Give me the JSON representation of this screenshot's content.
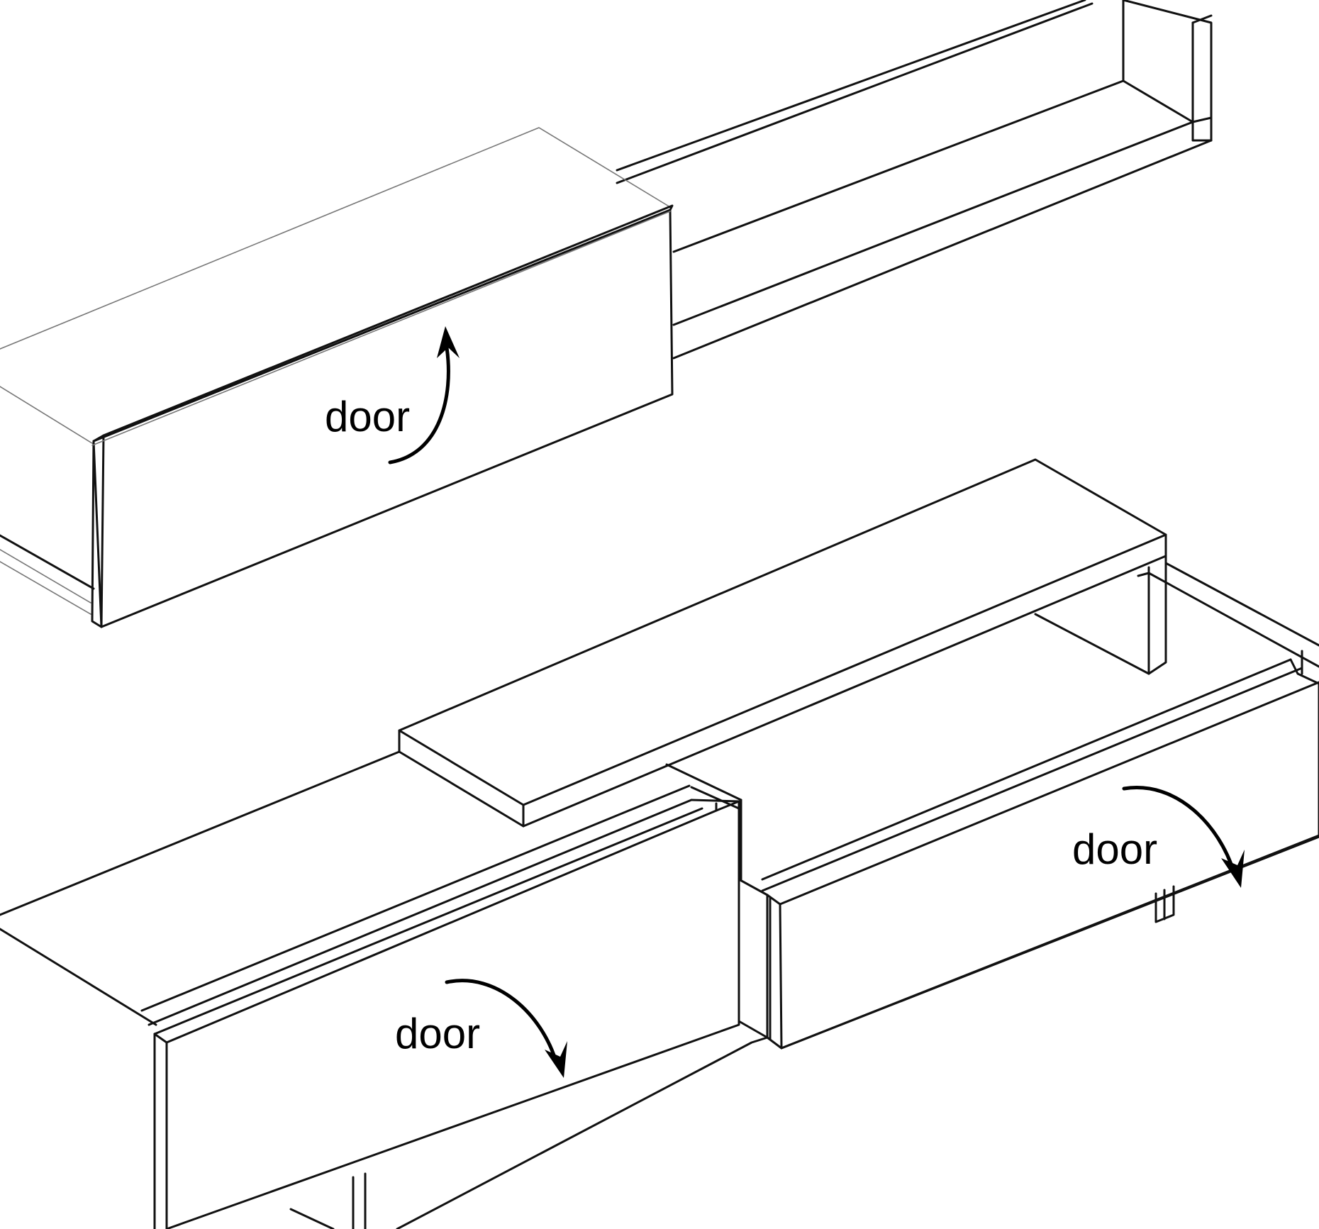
{
  "labels": {
    "upper_door": "door",
    "lower_left_door": "door",
    "lower_right_door": "door"
  },
  "colors": {
    "line": "#111111",
    "background": "#ffffff"
  },
  "arrows": {
    "upper_door": "opens-up",
    "lower_left_door": "opens-down",
    "lower_right_door": "opens-down"
  }
}
